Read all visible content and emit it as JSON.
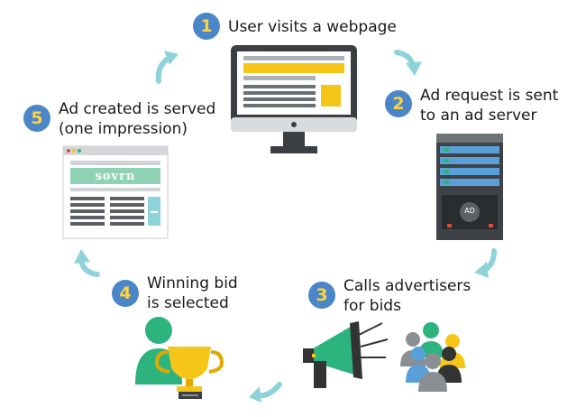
{
  "colors": {
    "badge": "#4b86c8",
    "badge_number": "#ffd23f",
    "arrow": "#8fd3da",
    "green": "#2db37e",
    "yellow": "#f5c518",
    "blue": "#5aa0d8",
    "gray": "#8a8f94",
    "dark": "#333333"
  },
  "steps": [
    {
      "number": "1",
      "lines": [
        "User visits a webpage"
      ]
    },
    {
      "number": "2",
      "lines": [
        "Ad request is sent",
        "to an ad server"
      ]
    },
    {
      "number": "3",
      "lines": [
        "Calls advertisers",
        "for bids"
      ]
    },
    {
      "number": "4",
      "lines": [
        "Winning bid",
        "is selected"
      ]
    },
    {
      "number": "5",
      "lines": [
        "Ad created is served",
        "(one impression)"
      ]
    }
  ],
  "illustrations": {
    "monitor": "desktop-monitor-icon",
    "server": "server-icon",
    "server_label": "AD",
    "megaphone": "megaphone-icon",
    "crowd": "advertisers-crowd-icon",
    "winner": "winner-with-trophy-icon",
    "browser": "browser-window-icon",
    "browser_brand": "sovrn"
  }
}
